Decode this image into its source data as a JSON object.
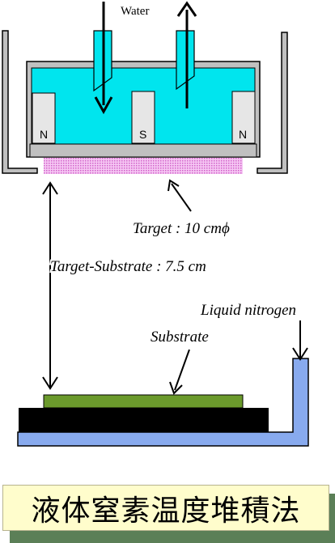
{
  "labels": {
    "water": "Water",
    "magnet_left": "N",
    "magnet_center": "S",
    "magnet_right": "N",
    "target": "Target : 10 cmϕ",
    "distance": "Target-Substrate : 7.5 cm",
    "liquid_nitrogen": "Liquid nitrogen",
    "substrate": "Substrate"
  },
  "title": "液体窒素温度堆積法",
  "colors": {
    "water": "#00e5ee",
    "magnet": "#e6e6e6",
    "housing": "#c0c0c0",
    "target": "#ee99ee",
    "substrate": "#6b9a2c",
    "holder": "#000000",
    "nitrogen": "#88aaee",
    "title_bg": "#fffdcc",
    "title_shadow": "#5b7f57"
  }
}
